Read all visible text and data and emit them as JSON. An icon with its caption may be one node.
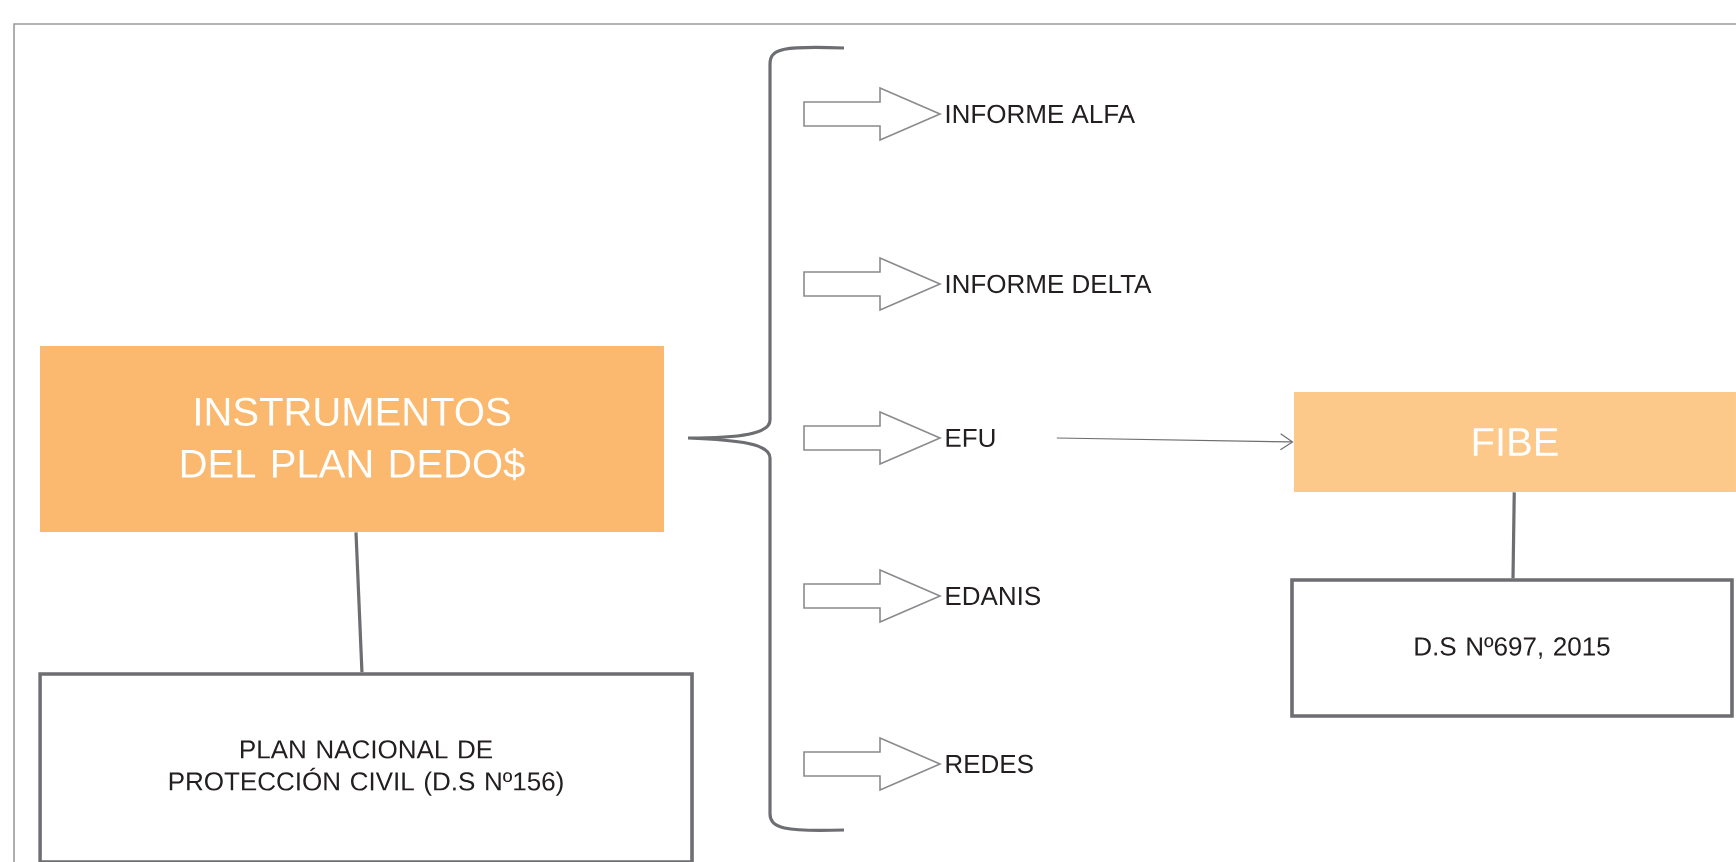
{
  "diagram": {
    "nodes": [
      {
        "text": [
          "INSTRUMENTOS DEL PLAN DEDO$"
        ]
      },
      {
        "text": [
          "PLAN NACIONAL DE PROTECCIÓN CIVIL (D.S Nº156)"
        ]
      },
      {
        "text": [
          "INFORME ALFA"
        ]
      },
      {
        "text": [
          "INFORME DELTA"
        ]
      },
      {
        "text": [
          "EFU"
        ]
      },
      {
        "text": [
          "EDANIS"
        ]
      },
      {
        "text": [
          "REDES"
        ]
      },
      {
        "text": [
          "FIBE"
        ]
      },
      {
        "text": [
          "D.S Nº697, 2015"
        ]
      }
    ],
    "edges": [
      {
        "from": 0,
        "to": 1,
        "arrow": "none"
      },
      {
        "from": null,
        "to": 2,
        "arrow": "to"
      },
      {
        "from": null,
        "to": 3,
        "arrow": "to"
      },
      {
        "from": null,
        "to": 4,
        "arrow": "to"
      },
      {
        "from": null,
        "to": 5,
        "arrow": "to"
      },
      {
        "from": null,
        "to": 6,
        "arrow": "to"
      },
      {
        "from": 4,
        "to": 7,
        "arrow": "to"
      },
      {
        "from": 7,
        "to": 8,
        "arrow": "none"
      }
    ]
  }
}
